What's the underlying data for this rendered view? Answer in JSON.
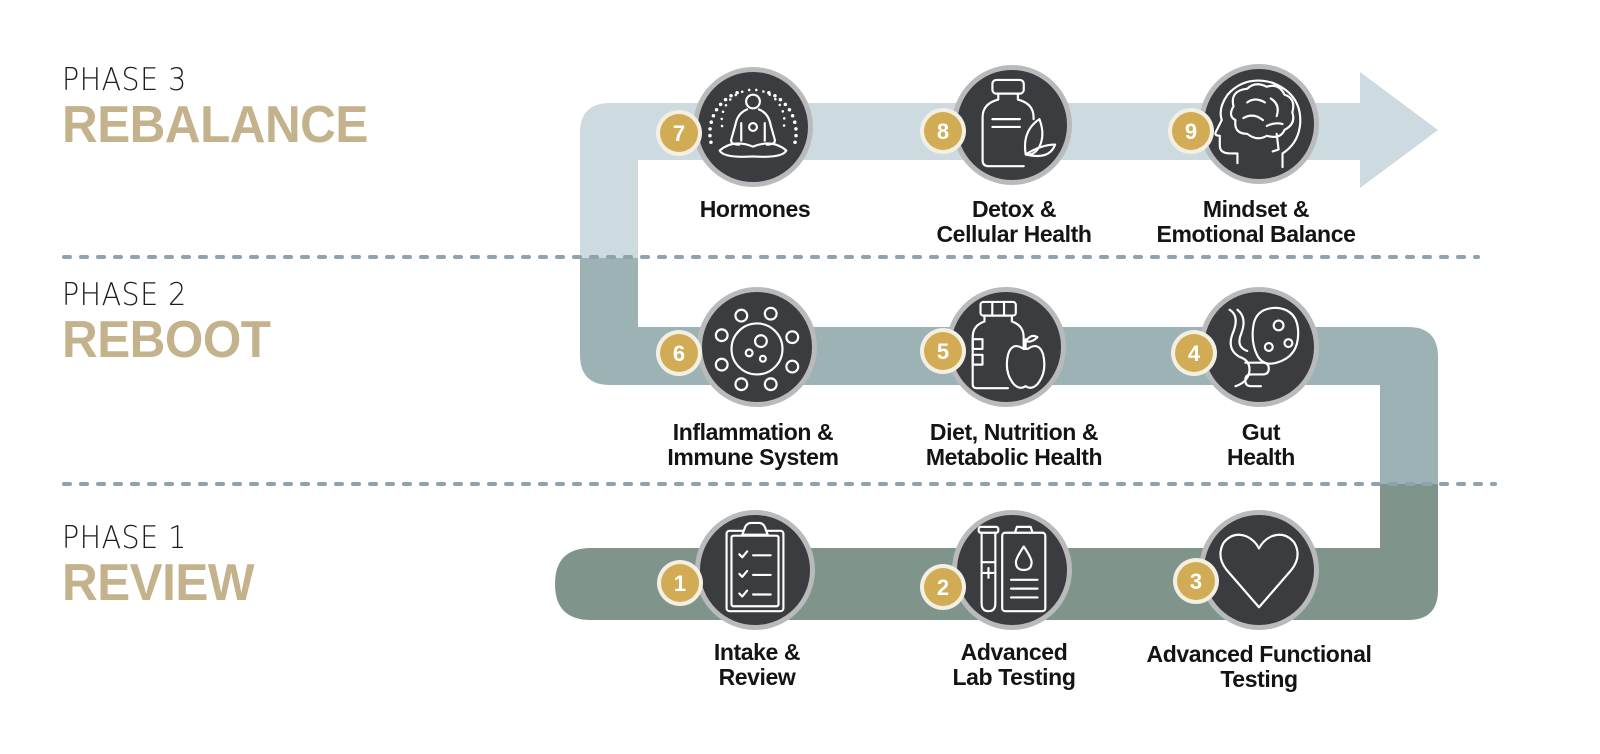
{
  "colors": {
    "phase3_band": "#cddbe1",
    "phase2_band": "#9cb2b4",
    "phase1_band": "#7f958b",
    "divider": "#8fa3ae",
    "circle_fill": "#3b3c3f",
    "circle_ring": "#b9babb",
    "badge_fill": "#d2ac55",
    "badge_ring": "#f4efe3",
    "phase_name": "#c4b28c",
    "icon_stroke": "#ffffff"
  },
  "phases": [
    {
      "number_label": "PHASE 3",
      "name": "REBALANCE"
    },
    {
      "number_label": "PHASE 2",
      "name": "REBOOT"
    },
    {
      "number_label": "PHASE 1",
      "name": "REVIEW"
    }
  ],
  "steps": [
    {
      "number": "1",
      "icon": "clipboard-checklist-icon",
      "lines": [
        "Intake &",
        "Review"
      ],
      "phase": "PHASE 1"
    },
    {
      "number": "2",
      "icon": "lab-test-tube-clipboard-icon",
      "lines": [
        "Advanced",
        "Lab Testing"
      ],
      "phase": "PHASE 1"
    },
    {
      "number": "3",
      "icon": "heart-icon",
      "lines": [
        "Advanced Functional",
        "Testing"
      ],
      "phase": "PHASE 1"
    },
    {
      "number": "4",
      "icon": "gut-stomach-icon",
      "lines": [
        "Gut",
        "Health"
      ],
      "phase": "PHASE 2"
    },
    {
      "number": "5",
      "icon": "supplement-bottle-apple-icon",
      "lines": [
        "Diet, Nutrition &",
        "Metabolic Health"
      ],
      "phase": "PHASE 2"
    },
    {
      "number": "6",
      "icon": "virus-icon",
      "lines": [
        "Inflammation &",
        "Immune System"
      ],
      "phase": "PHASE 2"
    },
    {
      "number": "7",
      "icon": "meditation-icon",
      "lines": [
        "Hormones"
      ],
      "phase": "PHASE 3"
    },
    {
      "number": "8",
      "icon": "bottle-leaf-icon",
      "lines": [
        "Detox &",
        "Cellular Health"
      ],
      "phase": "PHASE 3"
    },
    {
      "number": "9",
      "icon": "brain-head-icon",
      "lines": [
        "Mindset &",
        "Emotional Balance"
      ],
      "phase": "PHASE 3"
    }
  ]
}
